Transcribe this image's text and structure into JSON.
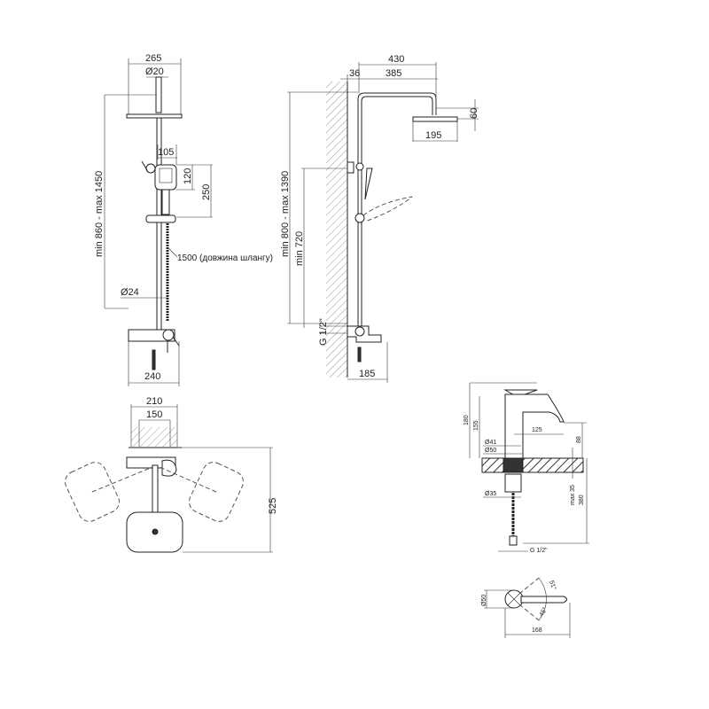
{
  "front_view": {
    "head_width": "265",
    "arm_diameter": "Ø20",
    "height_range": "min 860 - max 1450",
    "hand_shower_offset": "105",
    "hand_shower_head": "120",
    "hand_shower_length": "250",
    "hose_length": "1500 (довжина шлангу)",
    "rail_diameter": "Ø24",
    "mixer_width": "240"
  },
  "side_view": {
    "total_reach": "430",
    "wall_offset": "36",
    "arm_reach": "385",
    "head_height": "60",
    "head_width": "195",
    "height_range": "min 800 - max 1390",
    "min_height": "min 720",
    "thread": "G 1/2\"",
    "spout_reach": "185"
  },
  "plan_view": {
    "mount_width": "210",
    "mount_centers": "150",
    "head_projection": "525"
  },
  "faucet_view": {
    "height_total": "180",
    "height_body": "155",
    "spout_reach": "125",
    "spout_height": "88",
    "base_inner": "Ø41",
    "base_outer": "Ø50",
    "shank": "Ø35",
    "max_thickness": "max 35",
    "hose_length": "380",
    "thread": "G 1/2\""
  },
  "faucet_plan": {
    "base_diameter": "Ø50",
    "angle_top": "51°",
    "angle_bottom": "45°",
    "length": "168"
  }
}
